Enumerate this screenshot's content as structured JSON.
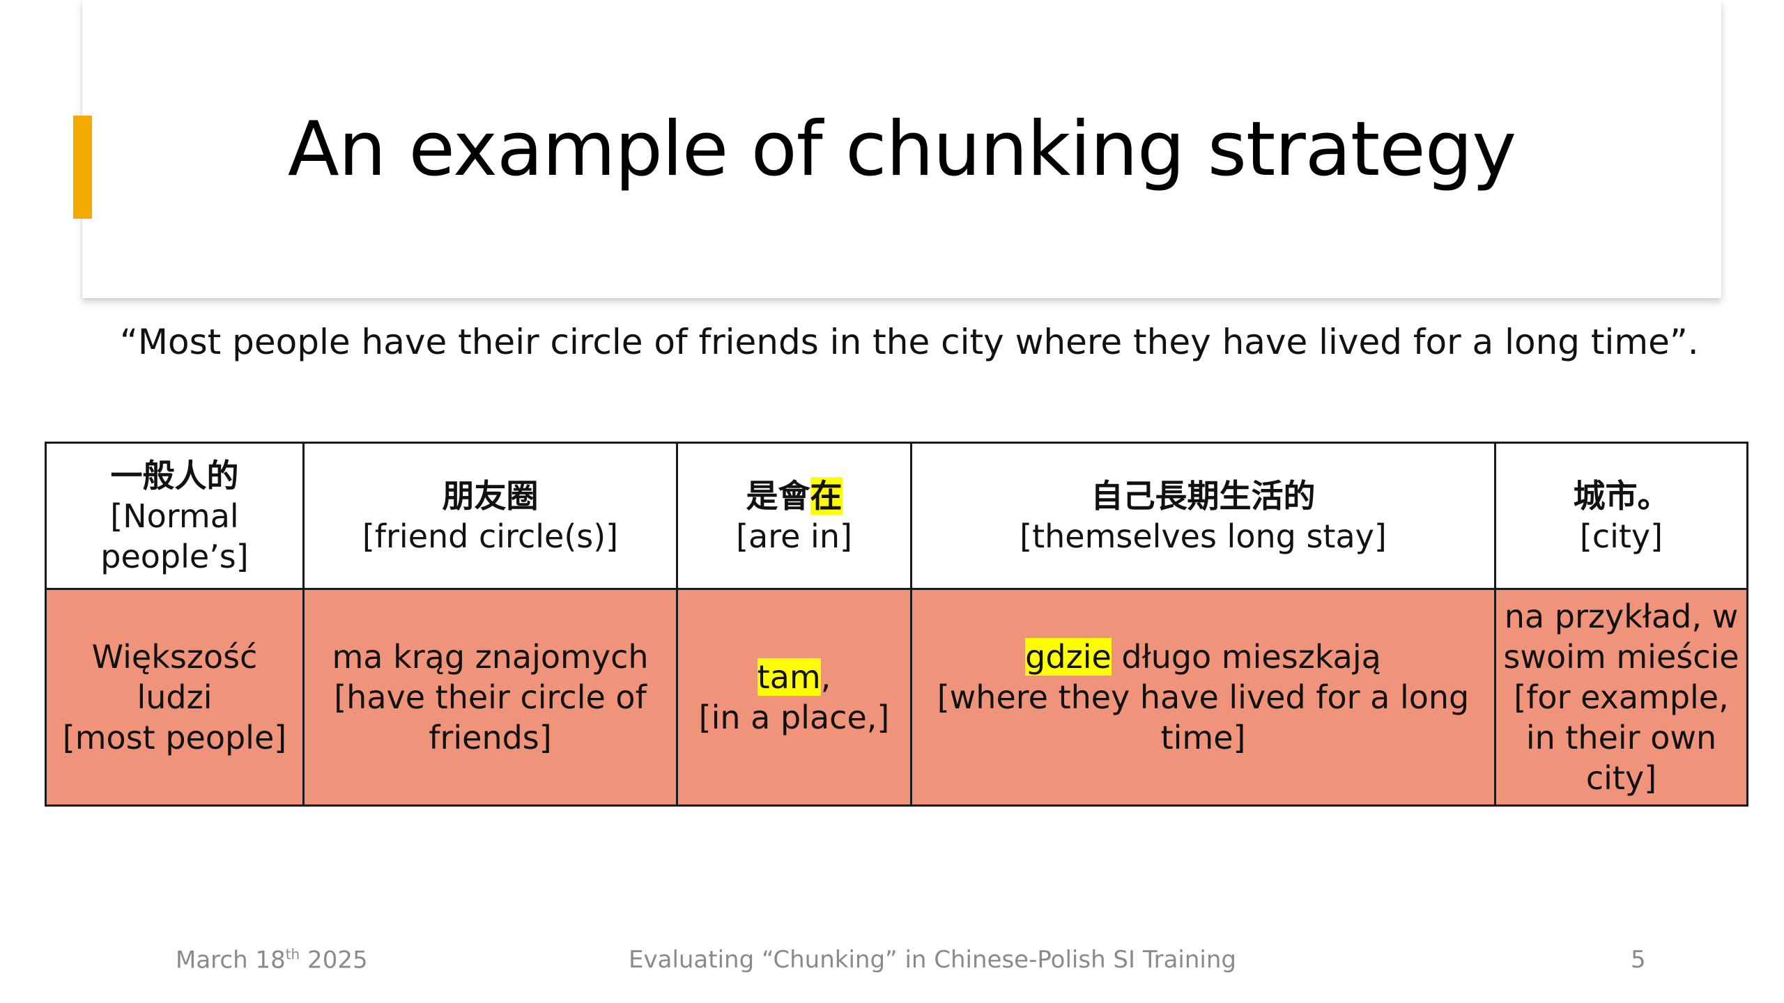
{
  "slide": {
    "title": "An example of chunking strategy",
    "quote": "“Most people have their circle of friends in the city where they have lived for a long time”.",
    "accent_color": "#f2a900"
  },
  "table": {
    "highlight_color": "#ffff00",
    "polish_row_color": "#f0937b",
    "chinese_row": [
      {
        "zh": "一般人的",
        "translation": "[Normal people’s]"
      },
      {
        "zh": "朋友圈",
        "translation": "[friend circle(s)]"
      },
      {
        "zh_plain": "是會",
        "zh_highlight": "在",
        "translation": "[are in]"
      },
      {
        "zh": "自己長期生活的",
        "translation": "[themselves long stay]"
      },
      {
        "zh": "城市。",
        "translation": "[city]"
      }
    ],
    "polish_row": [
      {
        "polish": "Większość ludzi",
        "translation": "[most people]"
      },
      {
        "polish": "ma krąg znajomych",
        "translation": "[have their circle of friends]"
      },
      {
        "polish_highlight": "tam",
        "polish_rest": ",",
        "translation": "[in a place,]"
      },
      {
        "polish_highlight": "gdzie",
        "polish_rest": " długo mieszkają",
        "translation": "[where they have lived for a long time]"
      },
      {
        "polish": "na przykład, w swoim mieście",
        "translation": "[for example, in their own city]"
      }
    ]
  },
  "footer": {
    "date_prefix": "March 18",
    "date_suffix": "th",
    "date_year": " 2025",
    "center_text": "Evaluating “Chunking” in Chinese-Polish SI Training",
    "page_number": "5"
  }
}
